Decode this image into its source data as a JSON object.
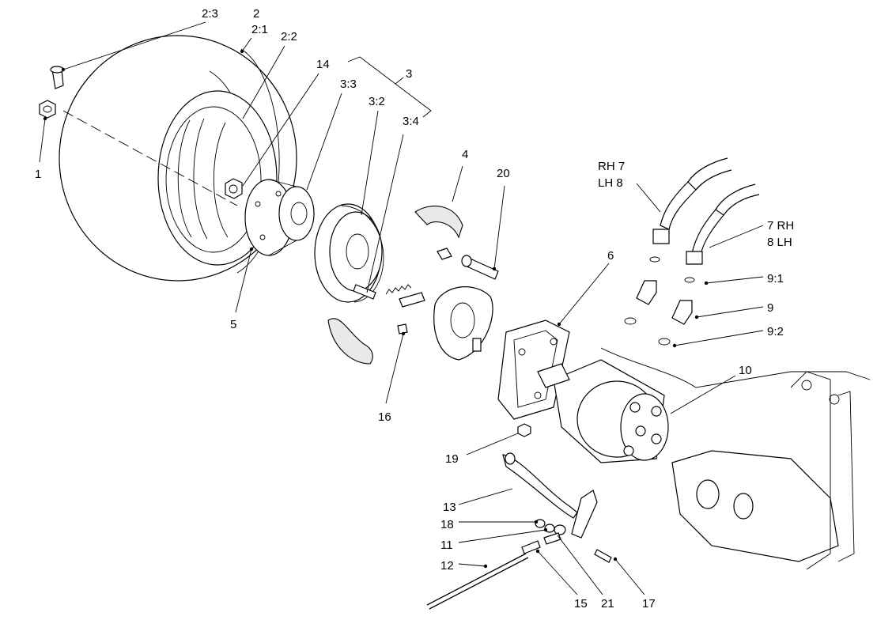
{
  "callouts": {
    "c2_3": "2:3",
    "c2": "2",
    "c2_1": "2:1",
    "c2_2": "2:2",
    "c14": "14",
    "c3": "3",
    "c3_3": "3:3",
    "c3_2": "3:2",
    "c3_4": "3:4",
    "c1": "1",
    "c5": "5",
    "c4": "4",
    "c20": "20",
    "rh7": "RH 7",
    "lh8": "LH 8",
    "rh7b": "7 RH",
    "lh8b": "8 LH",
    "c9_1": "9:1",
    "c9": "9",
    "c9_2": "9:2",
    "c6": "6",
    "c10": "10",
    "c16": "16",
    "c19": "19",
    "c13": "13",
    "c18": "18",
    "c11": "11",
    "c12": "12",
    "c15": "15",
    "c21": "21",
    "c17": "17"
  }
}
